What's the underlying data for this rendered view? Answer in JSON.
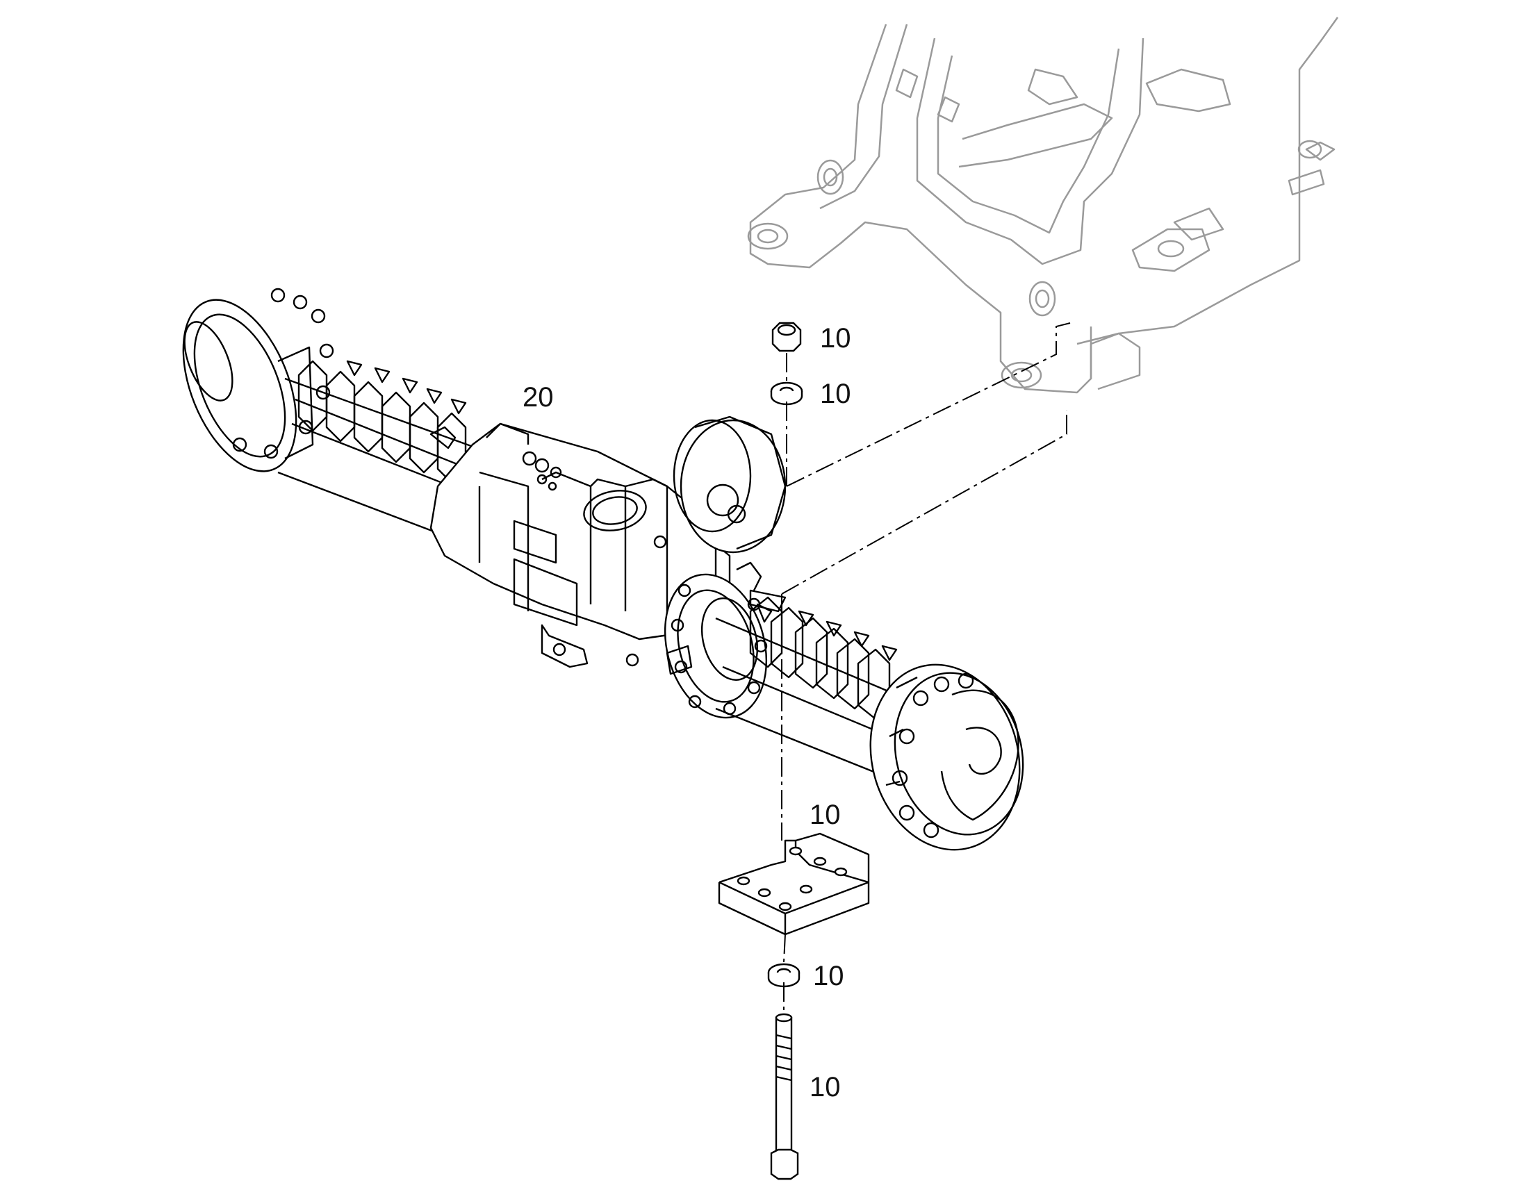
{
  "colors": {
    "line": "#000000",
    "frame": "#9a9a9a",
    "background": "#ffffff"
  },
  "callouts": {
    "axle": "20",
    "nut": "10",
    "upper_washer": "10",
    "mount_plate": "10",
    "lower_washer": "10",
    "bolt": "10"
  }
}
